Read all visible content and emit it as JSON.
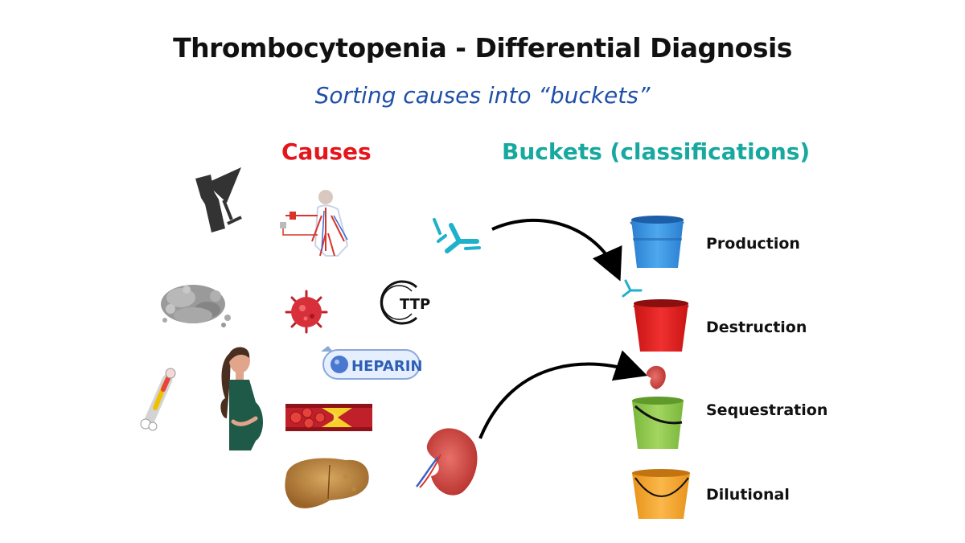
{
  "title": "Thrombocytopenia - Differential Diagnosis",
  "subtitle": "Sorting causes into “buckets”",
  "causes_heading": "Causes",
  "buckets_heading": "Buckets (classifications)",
  "causes_icons": [
    "alcohol-icon",
    "circulation-icon",
    "bone-marrow-tumor-icon",
    "virus-icon",
    "ttp-icon",
    "bone-icon",
    "pregnancy-icon",
    "heparin-icon",
    "blood-vessel-icon",
    "liver-icon",
    "spleen-icon",
    "antibody-icon"
  ],
  "ttp_label": "TTP",
  "heparin_label": "HEPARIN",
  "buckets": [
    {
      "label": "Production",
      "color": "#2f8fd8"
    },
    {
      "label": "Destruction",
      "color": "#e02020"
    },
    {
      "label": "Sequestration",
      "color": "#8cc84b"
    },
    {
      "label": "Dilutional",
      "color": "#f5a623"
    }
  ],
  "colors": {
    "causes": "#e4161c",
    "buckets": "#17a8a0",
    "subtitle": "#1f4fa8",
    "antibody": "#1fb0cc"
  }
}
